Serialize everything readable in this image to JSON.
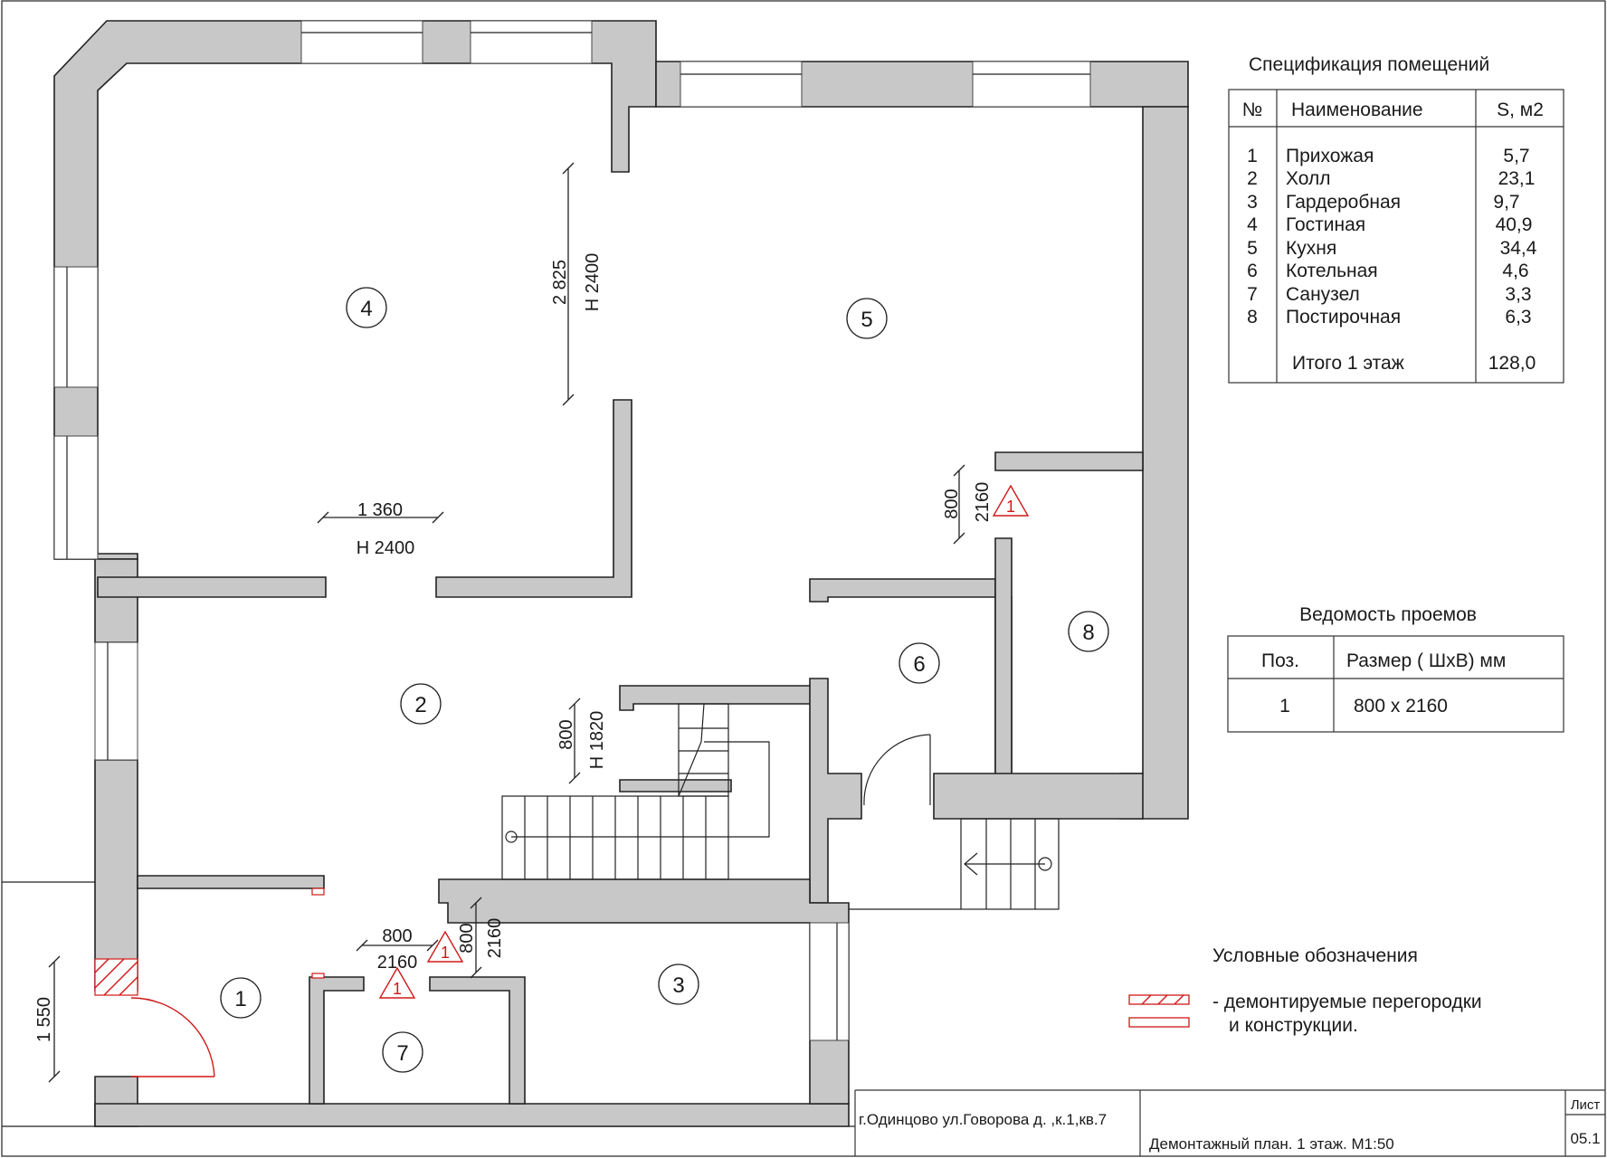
{
  "rooms": [
    {
      "num": "1"
    },
    {
      "num": "2"
    },
    {
      "num": "3"
    },
    {
      "num": "4"
    },
    {
      "num": "5"
    },
    {
      "num": "6"
    },
    {
      "num": "7"
    },
    {
      "num": "8"
    }
  ],
  "dimensions": {
    "d1": "2 825",
    "d2": "H 2400",
    "d3": "1 360",
    "d4": "H 2400",
    "d5": "800",
    "d6": "2160",
    "d7": "800",
    "d8": "H 1820",
    "d9": "800",
    "d10": "2160",
    "d11": "800",
    "d12": "2160",
    "d13": "1 550"
  },
  "markers": {
    "m1": "1",
    "m2": "1",
    "m3": "1"
  },
  "spec": {
    "title": "Спецификация помещений",
    "headers": [
      "№",
      "Наименование",
      "S, м2"
    ],
    "rows": [
      {
        "n": "1",
        "name": "Прихожая",
        "area": "5,7"
      },
      {
        "n": "2",
        "name": "Холл",
        "area": "23,1"
      },
      {
        "n": "3",
        "name": "Гардеробная",
        "area": "9,7"
      },
      {
        "n": "4",
        "name": "Гостиная",
        "area": "40,9"
      },
      {
        "n": "5",
        "name": "Кухня",
        "area": "34,4"
      },
      {
        "n": "6",
        "name": "Котельная",
        "area": "4,6"
      },
      {
        "n": "7",
        "name": "Санузел",
        "area": "3,3"
      },
      {
        "n": "8",
        "name": "Постирочная",
        "area": "6,3"
      }
    ],
    "total_label": "Итого 1 этаж",
    "total_value": "128,0"
  },
  "openings": {
    "title": "Ведомость проемов",
    "headers": [
      "Поз.",
      "Размер ( ШхВ) мм"
    ],
    "rows": [
      {
        "pos": "1",
        "size": "800 х 2160"
      }
    ]
  },
  "legend": {
    "title": "Условные обозначения",
    "line1": "- демонтируемые перегородки",
    "line2": "и конструкции."
  },
  "stamp": {
    "address": "г.Одинцово ул.Говорова д.     ,к.1,кв.7",
    "title": "Демонтажный план. 1 этаж. М1:50",
    "sheet_label": "Лист",
    "sheet_num": "05.1"
  },
  "colors": {
    "wall": "#c8c8c8",
    "demolish": "#d01818"
  }
}
